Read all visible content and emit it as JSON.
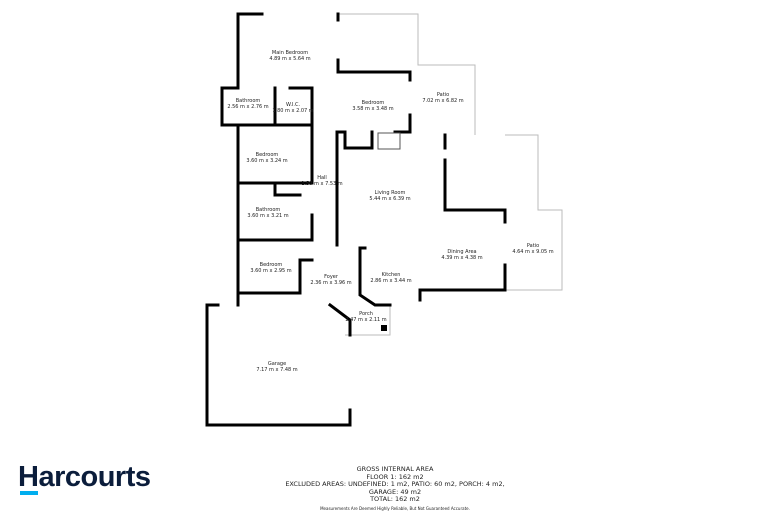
{
  "rooms": [
    {
      "name": "Main Bedroom",
      "dims": "4.89 m x 5.64 m"
    },
    {
      "name": "Bathroom",
      "dims": "2.56 m x 2.76 m"
    },
    {
      "name": "W.I.C.",
      "dims": "1.80 m x 2.07 m"
    },
    {
      "name": "Bedroom",
      "dims": "3.58 m x 3.48 m"
    },
    {
      "name": "Patio",
      "dims": "7.02 m x 6.82 m"
    },
    {
      "name": "Bedroom",
      "dims": "3.60 m x 3.24 m"
    },
    {
      "name": "Hall",
      "dims": "1.50 m x 7.53 m"
    },
    {
      "name": "Living Room",
      "dims": "5.44 m x 6.39 m"
    },
    {
      "name": "Bathroom",
      "dims": "3.60 m x 3.21 m"
    },
    {
      "name": "Bedroom",
      "dims": "3.60 m x 2.95 m"
    },
    {
      "name": "Foyer",
      "dims": "2.36 m x 3.96 m"
    },
    {
      "name": "Kitchen",
      "dims": "2.86 m x 3.44 m"
    },
    {
      "name": "Dining Area",
      "dims": "4.39 m x 4.38 m"
    },
    {
      "name": "Patio",
      "dims": "4.64 m x 9.05 m"
    },
    {
      "name": "Porch",
      "dims": "2.47 m x 2.11 m"
    },
    {
      "name": "Garage",
      "dims": "7.17 m x 7.48 m"
    }
  ],
  "summary": {
    "line1": "GROSS INTERNAL AREA",
    "line2": "FLOOR 1: 162 m2",
    "line3": "EXCLUDED AREAS: UNDEFINED: 1 m2, PATIO: 60 m2, PORCH: 4 m2,",
    "line4": "GARAGE: 49 m2",
    "line5": "TOTAL: 162 m2",
    "disclaimer": "Measurements Are Deemed Highly Reliable, But Not Guaranteed Accurate."
  },
  "brand": {
    "name": "Harcourts",
    "color": "#0b1d3b",
    "accent": "#00aeef"
  }
}
